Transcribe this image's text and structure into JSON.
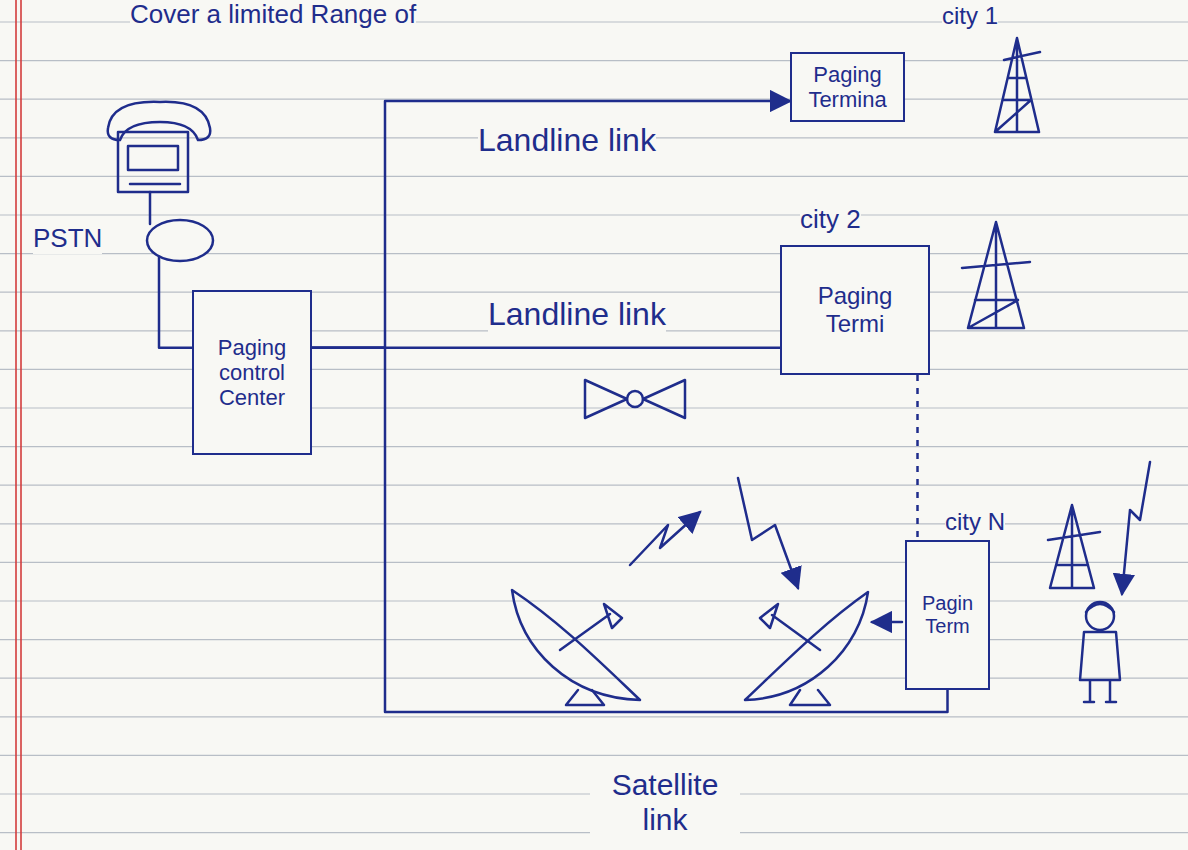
{
  "diagram": {
    "nodes": [
      {
        "text": [
          "Paging Termina"
        ]
      },
      {
        "text": [
          "PSTN"
        ]
      },
      {
        "text": [
          "Paging control Center"
        ]
      },
      {
        "text": [
          "Paging Termi"
        ]
      },
      {
        "text": [
          "Pagin Term"
        ]
      }
    ],
    "edges": [
      {
        "from": 1,
        "to": 2,
        "arrow": "none"
      },
      {
        "from": 2,
        "to": 0,
        "arrow": "to"
      },
      {
        "from": 2,
        "to": 3,
        "arrow": "none"
      },
      {
        "from": 2,
        "to": 4,
        "arrow": "none"
      },
      {
        "from": 3,
        "to": 4,
        "arrow": "none"
      }
    ],
    "labels": [
      "Cover a limited Range of",
      "city 1",
      "Landline link",
      "city 2",
      "Landline link",
      "city N",
      "Satellite link"
    ]
  }
}
